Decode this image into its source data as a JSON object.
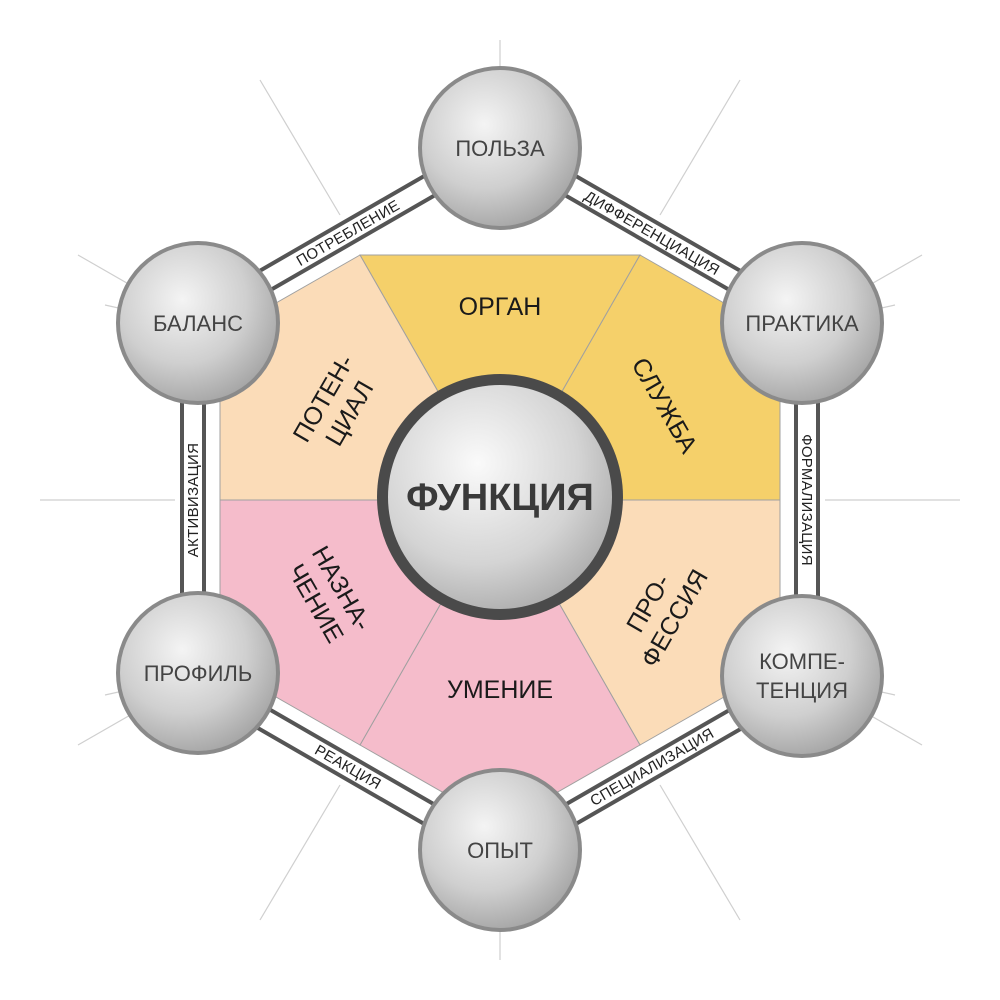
{
  "center": {
    "label": "ФУНКЦИЯ"
  },
  "nodes": {
    "top": "ПОЛЬЗА",
    "top_right": "ПРАКТИКА",
    "bottom_right_line1": "КОМПЕ-",
    "bottom_right_line2": "ТЕНЦИЯ",
    "bottom": "ОПЫТ",
    "bottom_left": "ПРОФИЛЬ",
    "top_left": "БАЛАНС"
  },
  "edges": {
    "top_right": "ДИФФЕРЕНЦИАЦИЯ",
    "right": "ФОРМАЛИЗАЦИЯ",
    "bottom_right": "СПЕЦИАЛИЗАЦИЯ",
    "bottom_left": "РЕАКЦИЯ",
    "left": "АКТИВИЗАЦИЯ",
    "top_left": "ПОТРЕБЛЕНИЕ"
  },
  "sectors": {
    "top": "ОРГАН",
    "top_right": "СЛУЖБА",
    "bottom_right_line1": "ПРО-",
    "bottom_right_line2": "ФЕССИЯ",
    "bottom": "УМЕНИЕ",
    "bottom_left_line1": "НАЗНА-",
    "bottom_left_line2": "ЧЕНИЕ",
    "top_left_line1": "ПОТЕН-",
    "top_left_line2": "ЦИАЛ"
  },
  "colors": {
    "gold": "#f5d06a",
    "peach": "#fbdcb8",
    "pink": "#f5bccb",
    "frame": "#555555",
    "sphere": "#c8c8c8"
  }
}
